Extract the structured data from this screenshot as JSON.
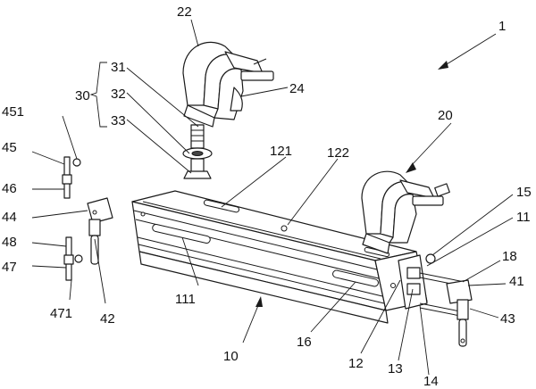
{
  "labels": {
    "assembly": "1",
    "rail": "10",
    "part11": "11",
    "part111": "111",
    "part12": "12",
    "part121": "121",
    "part122": "122",
    "part13": "13",
    "part14": "14",
    "part15": "15",
    "part16": "16",
    "part18": "18",
    "clamp_right": "20",
    "clamp_top": "22",
    "part24": "24",
    "group30": "30",
    "part31": "31",
    "part32": "32",
    "part33": "33",
    "part41": "41",
    "part42": "42",
    "part43": "43",
    "part44": "44",
    "part45": "45",
    "part451": "451",
    "part46": "46",
    "part47": "47",
    "part471": "471",
    "part48": "48"
  },
  "colors": {
    "line": "#1a1a1a",
    "background": "#ffffff"
  }
}
